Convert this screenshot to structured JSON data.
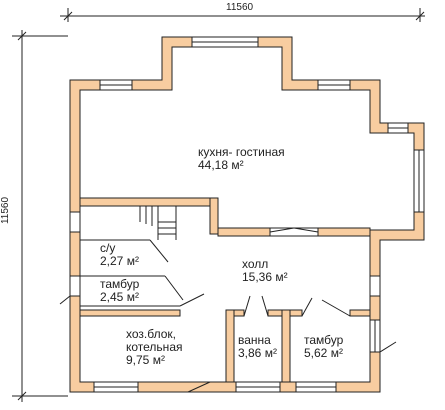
{
  "plan": {
    "dimensions": {
      "width": "11560",
      "height": "11560"
    },
    "rooms": [
      {
        "name": "кухня- гостиная",
        "area": "44,18 м²"
      },
      {
        "name": "с/у",
        "area": "2,27 м²"
      },
      {
        "name": "холл",
        "area": "15,36 м²"
      },
      {
        "name": "тамбур",
        "area": "2,45 м²"
      },
      {
        "name": "хоз.блок,",
        "name2": "котельная",
        "area": "9,75 м²"
      },
      {
        "name": "ванна",
        "area": "3,86 м²"
      },
      {
        "name": "тамбур",
        "area": "5,62 м²"
      }
    ],
    "colors": {
      "wall_fill": "#f8cda0",
      "wall_stroke": "#222222",
      "line": "#222222"
    }
  }
}
